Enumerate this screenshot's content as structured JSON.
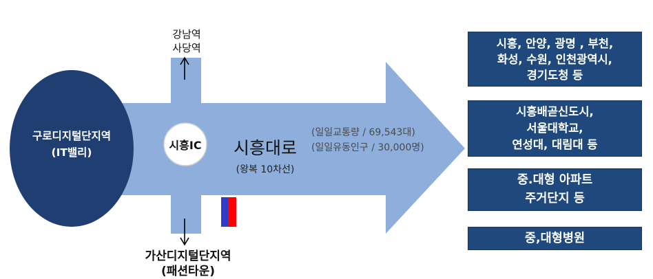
{
  "origin": {
    "lines": [
      "구로디지털단지역",
      "(IT밸리)"
    ]
  },
  "north": {
    "lines": [
      "강남역",
      "사당역"
    ]
  },
  "south": {
    "lines": [
      "가산디지털단지역",
      "(패션타운)"
    ]
  },
  "interchange": {
    "label": "시흥IC"
  },
  "road": {
    "name": "시흥대로",
    "subtitle": "(왕복 10차선)"
  },
  "traffic": {
    "lines": [
      "(일일교통량    / 69,543대)",
      "(일일유동인구 / 30,000명)"
    ]
  },
  "destinations": [
    {
      "lines": [
        "시흥, 안양, 광명 , 부천,",
        "화성, 수원, 인천광역시,",
        "경기도청 등"
      ]
    },
    {
      "lines": [
        "시흥배곧신도시,",
        "서울대학교,",
        "연성대, 대림대 등"
      ]
    },
    {
      "lines": [
        "중.대형 아파트",
        "주거단지 등"
      ]
    },
    {
      "lines": [
        "중,대형병원"
      ]
    }
  ],
  "colors": {
    "arrow": "#8eaedb",
    "navy": "#1f497d",
    "ellipse": "#1f3e72",
    "flag_red": "#ff0000",
    "flag_blue": "#2e3cc7"
  }
}
